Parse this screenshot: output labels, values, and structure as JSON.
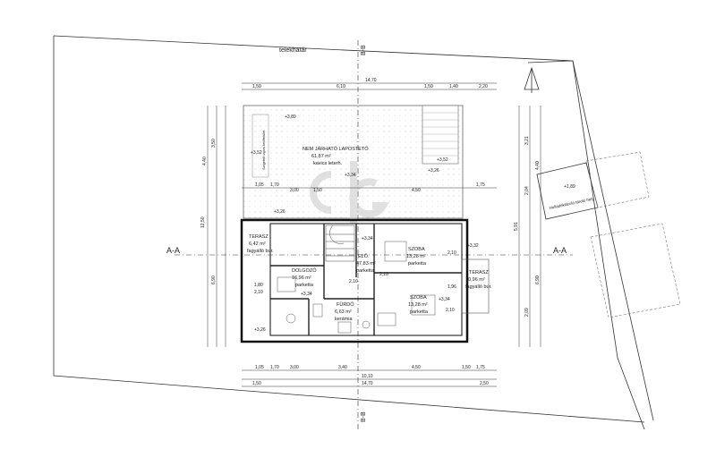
{
  "labels": {
    "boundary": "telekhatár",
    "section_bb": "B-B",
    "section_aa": "A-A",
    "roof": [
      "NEM JÁRHATÓ LAPOSTETŐ",
      "61,87 m²",
      "kavics leterh."
    ],
    "side_strip": "Szigetelt lapos tetőfelület",
    "waste": "Hulladéktároló tároló hely"
  },
  "rooms": [
    {
      "key": "terasz_left",
      "lines": [
        "TERASZ",
        "6,42 m²",
        "fagyálló bur."
      ]
    },
    {
      "key": "dolgozo",
      "lines": [
        "DOLGOZÓ",
        "16,96 m²",
        "parketta"
      ]
    },
    {
      "key": "halls",
      "lines": [
        "ELŐ.",
        "47,83 m²",
        "parketta"
      ]
    },
    {
      "key": "szoba1",
      "lines": [
        "SZOBA",
        "13,28 m²",
        "parketta"
      ]
    },
    {
      "key": "terasz_right",
      "lines": [
        "TERASZ",
        "10,96 m²",
        "fagyálló bur."
      ]
    },
    {
      "key": "szoba2",
      "lines": [
        "SZOBA",
        "13,28 m²",
        "parketta"
      ]
    },
    {
      "key": "furdo",
      "lines": [
        "FÜRDŐ",
        "6,63 m²",
        "kerámia"
      ]
    }
  ],
  "levels": {
    "l1": "+3,89",
    "l2": "+3,52",
    "l3": "+3,34",
    "l4": "+3,26",
    "l5": "+3,52",
    "l6": "+3,26",
    "l7": "+3,34",
    "l8": "+3,32",
    "l9": "+3,34",
    "l10": "+1,89",
    "l11": "+3,34",
    "l12": "+3,26"
  },
  "dims": {
    "top_total": "14,70",
    "top": [
      "1,50",
      "6,10",
      "1,50",
      "1,40",
      "2,20"
    ],
    "mid": [
      "1,05",
      "1,70",
      "3,00",
      "1,50",
      "4,50",
      "1,75"
    ],
    "bot1": [
      "1,05",
      "1,70",
      "3,00",
      "3,40",
      "4,50",
      "1,50",
      "1,75"
    ],
    "bot_total": "10,10",
    "bot3": [
      "1,50",
      "14,70",
      "2,50"
    ],
    "left_v": [
      "4,40",
      "3,50",
      "12,50",
      "6,90"
    ],
    "right_v": [
      "3,21",
      "4,40",
      "2,04",
      "5,91",
      "6,90",
      "2,09"
    ],
    "misc": [
      "1,80",
      "2,10",
      "2,10",
      "1,96",
      "2,10",
      "2,10",
      "2,10"
    ]
  }
}
